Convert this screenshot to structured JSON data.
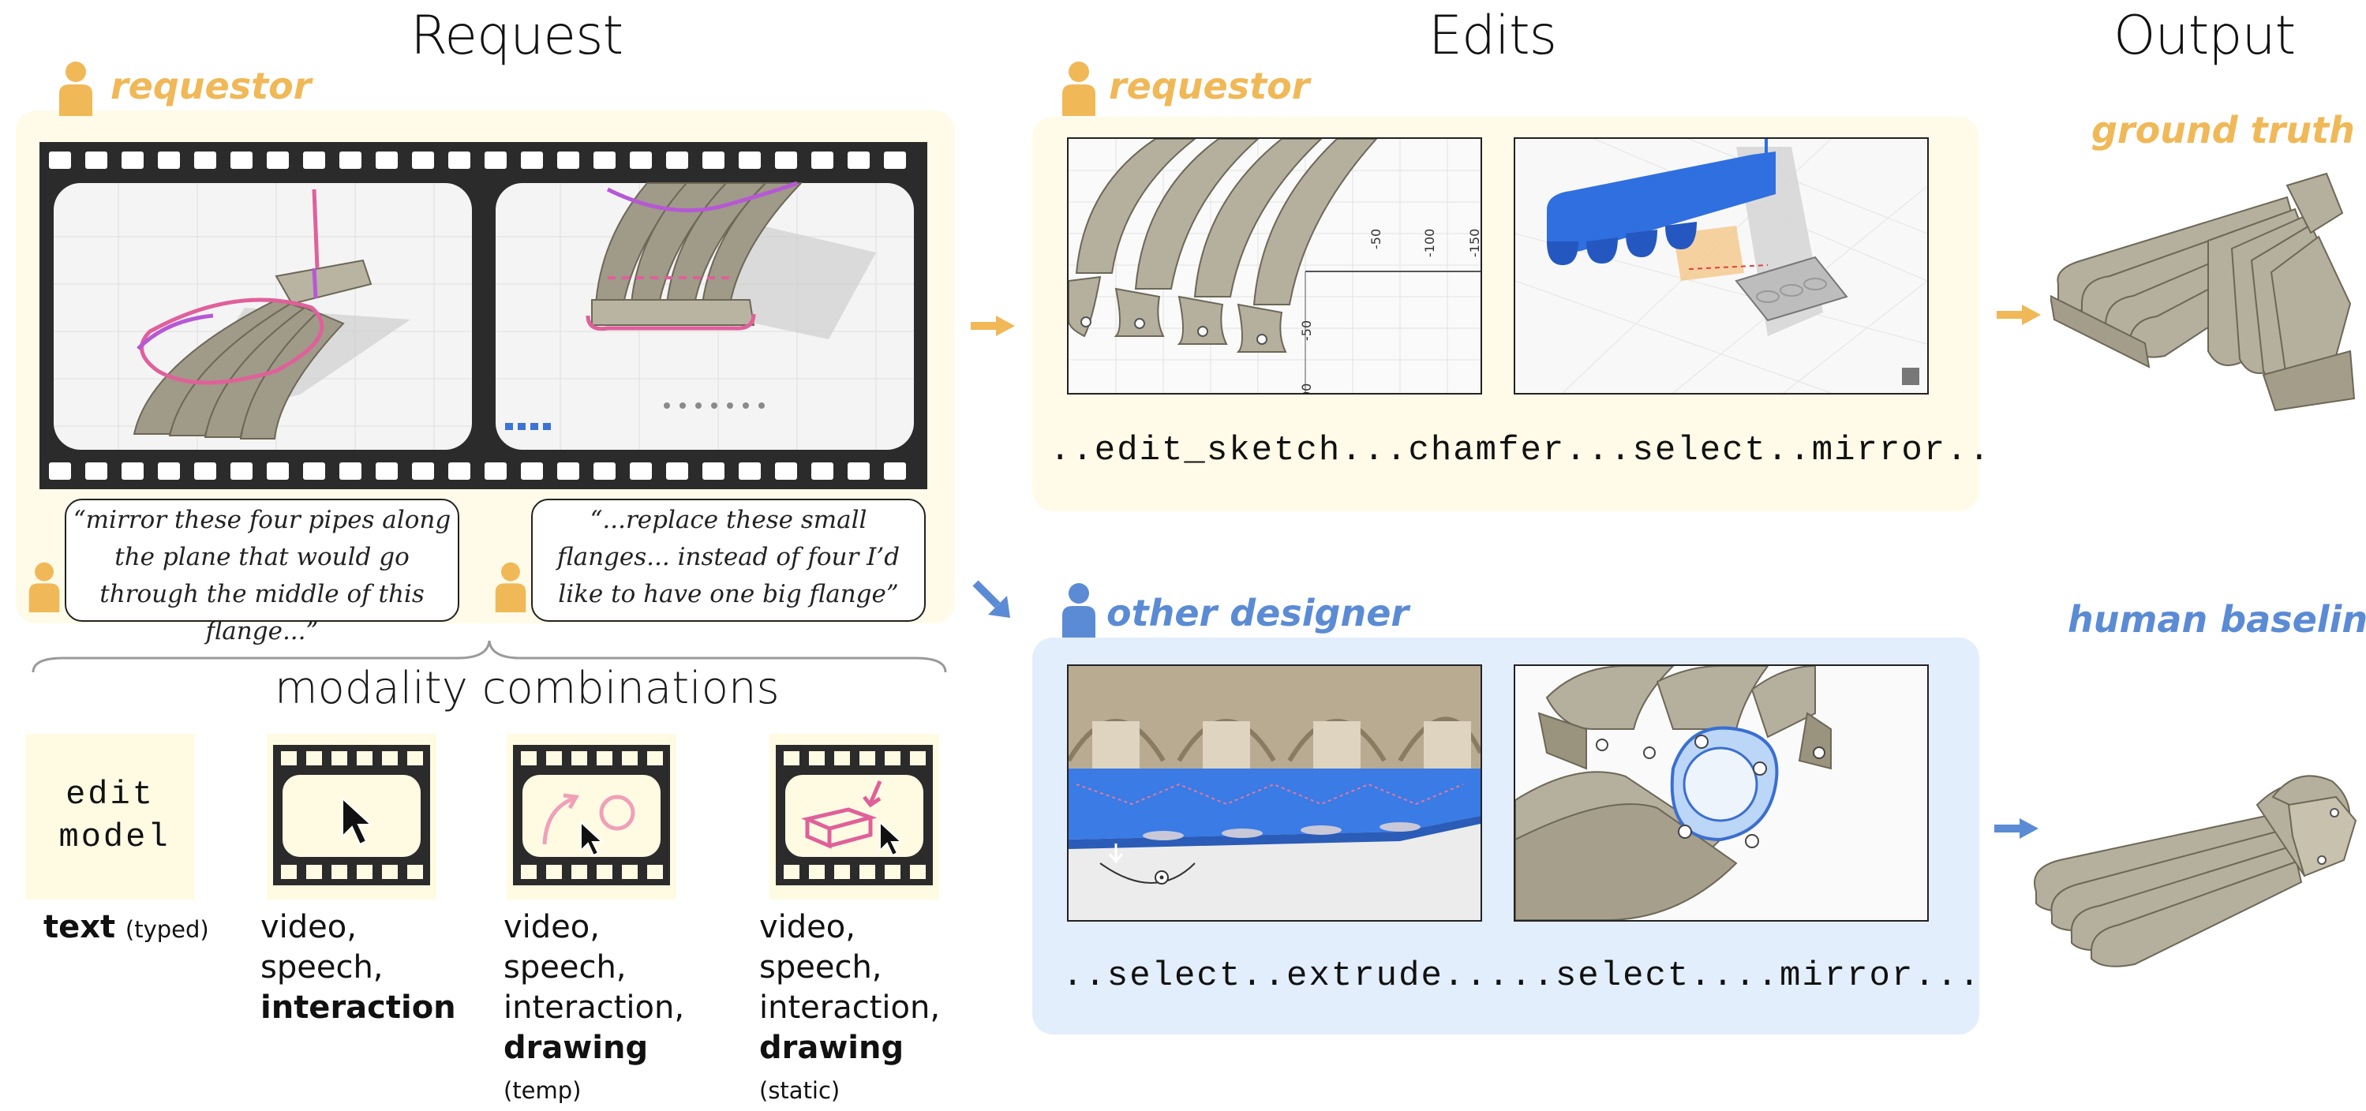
{
  "headings": {
    "request": "Request",
    "edits": "Edits",
    "output": "Output"
  },
  "roles": {
    "requestor_left": "requestor",
    "requestor_edits": "requestor",
    "other_designer": "other designer"
  },
  "quotes": {
    "q1": "“mirror these four pipes along the plane that would go through the middle of this flange...”",
    "q2": "“...replace these small flanges... instead of four I’d like to have one big flange”"
  },
  "modality": {
    "title": "modality combinations",
    "text_tile": "edit model",
    "captions": [
      {
        "plain": "",
        "bold": "text",
        "small": "(typed)"
      },
      {
        "plain": "video, speech,",
        "bold": "interaction",
        "small": ""
      },
      {
        "plain": "video, speech, interaction,",
        "bold": "drawing",
        "small": "(temp)"
      },
      {
        "plain": "video, speech, interaction,",
        "bold": "drawing",
        "small": "(static)"
      }
    ]
  },
  "traces": {
    "requestor": "..edit_sketch...chamfer...select..mirror..",
    "designer": "..select..extrude.....select....mirror..."
  },
  "axis_ticks": [
    "-50",
    "-100",
    "-150",
    "-50",
    "00"
  ],
  "outputs": {
    "ground_truth": "ground truth",
    "human_baseline": "human baseline"
  },
  "colors": {
    "yellow": "#f0b857",
    "blue": "#5b8bd4",
    "panel_yellow": "#fffbe8",
    "panel_blue": "#e3eefc",
    "pink": "#e0609a",
    "purple": "#b658d6",
    "film": "#2b2b2b"
  },
  "icons": [
    "person-icon",
    "arrow-right-icon",
    "arrow-diagonal-icon",
    "film-strip-icon",
    "cursor-icon"
  ]
}
